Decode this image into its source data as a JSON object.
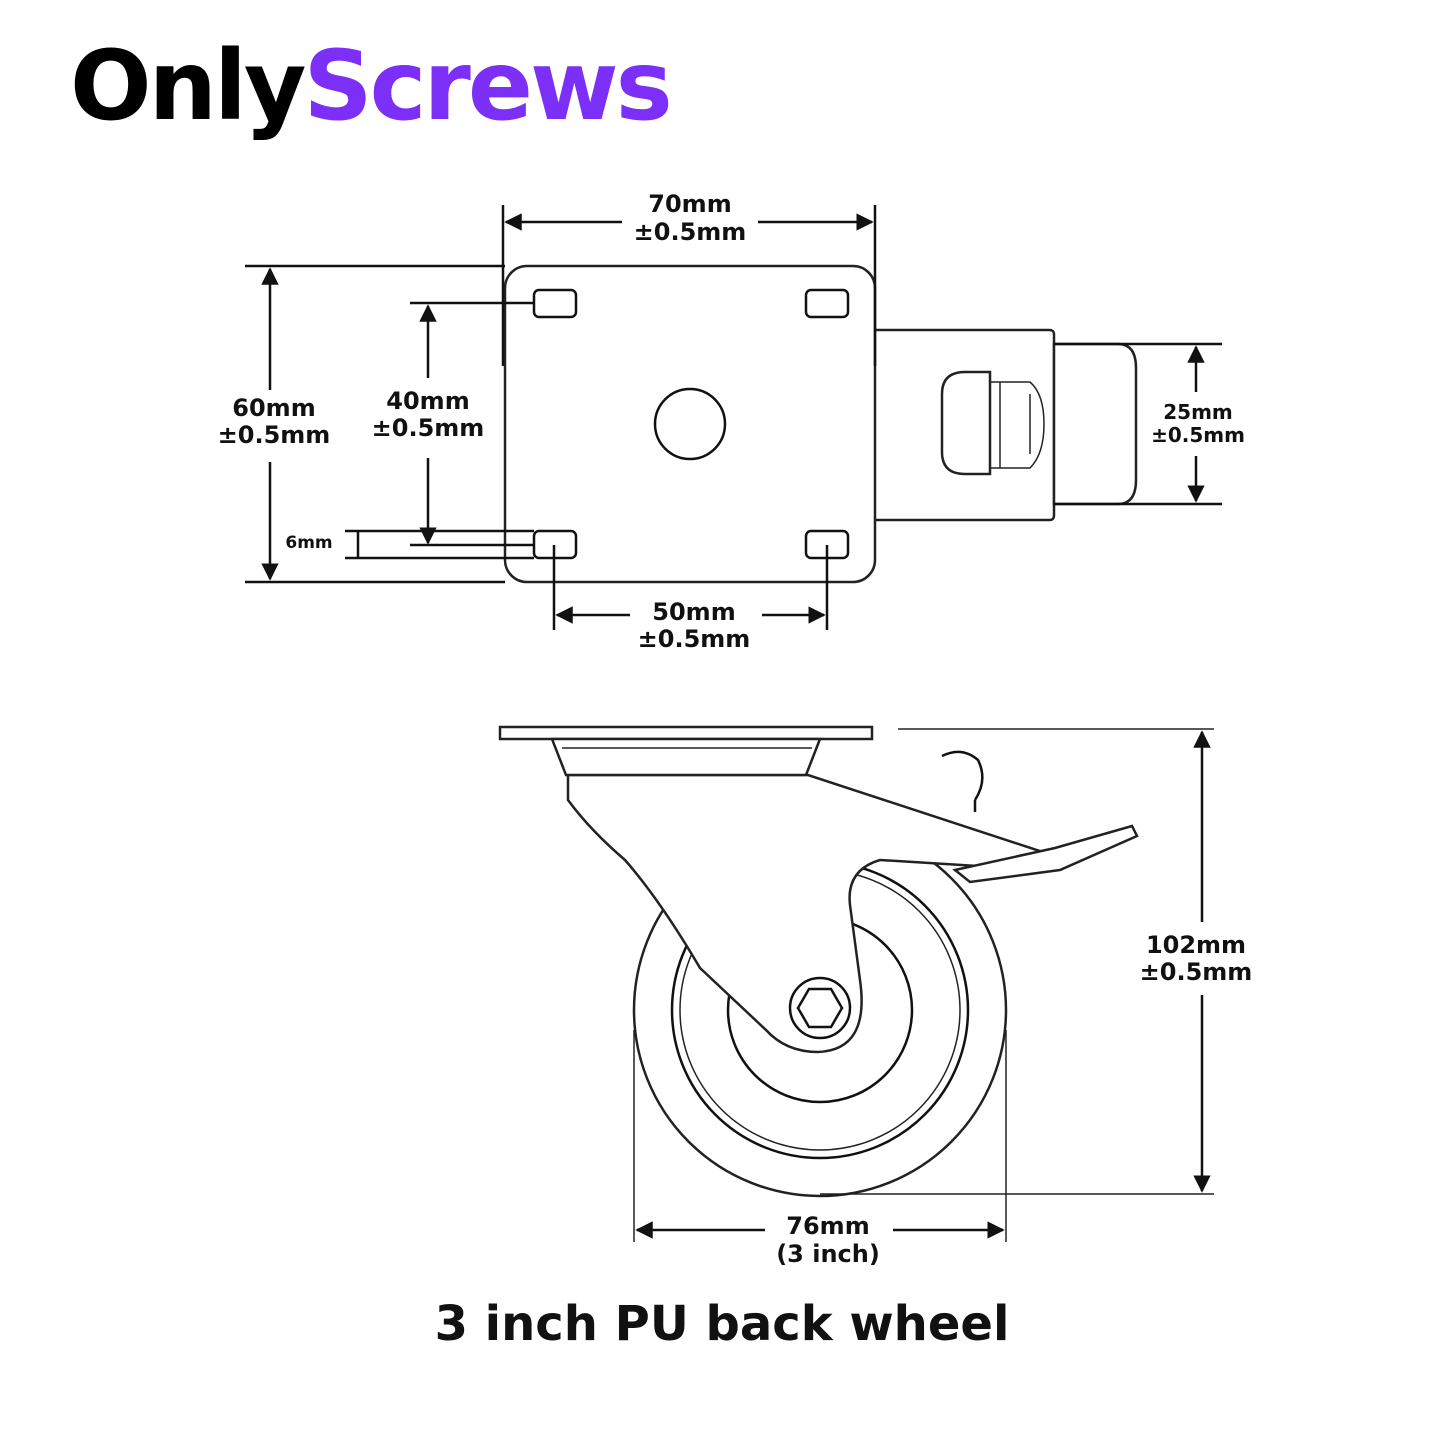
{
  "brand": {
    "prefix": "Only",
    "suffix": "Screws",
    "accent_color": "#7b2ff7"
  },
  "dimensions": {
    "plate_width": {
      "value": "70mm",
      "tol": "±0.5mm"
    },
    "plate_height": {
      "value": "60mm",
      "tol": "±0.5mm"
    },
    "hole_spacing_vertical": {
      "value": "40mm",
      "tol": "±0.5mm"
    },
    "hole_size": {
      "value": "6mm"
    },
    "hole_spacing_horizontal": {
      "value": "50mm",
      "tol": "±0.5mm"
    },
    "wheel_width": {
      "value": "25mm",
      "tol": "±0.5mm"
    },
    "total_height": {
      "value": "102mm",
      "tol": "±0.5mm"
    },
    "wheel_diameter": {
      "value": "76mm",
      "tol": "(3 inch)"
    }
  },
  "caption": "3 inch PU back wheel"
}
